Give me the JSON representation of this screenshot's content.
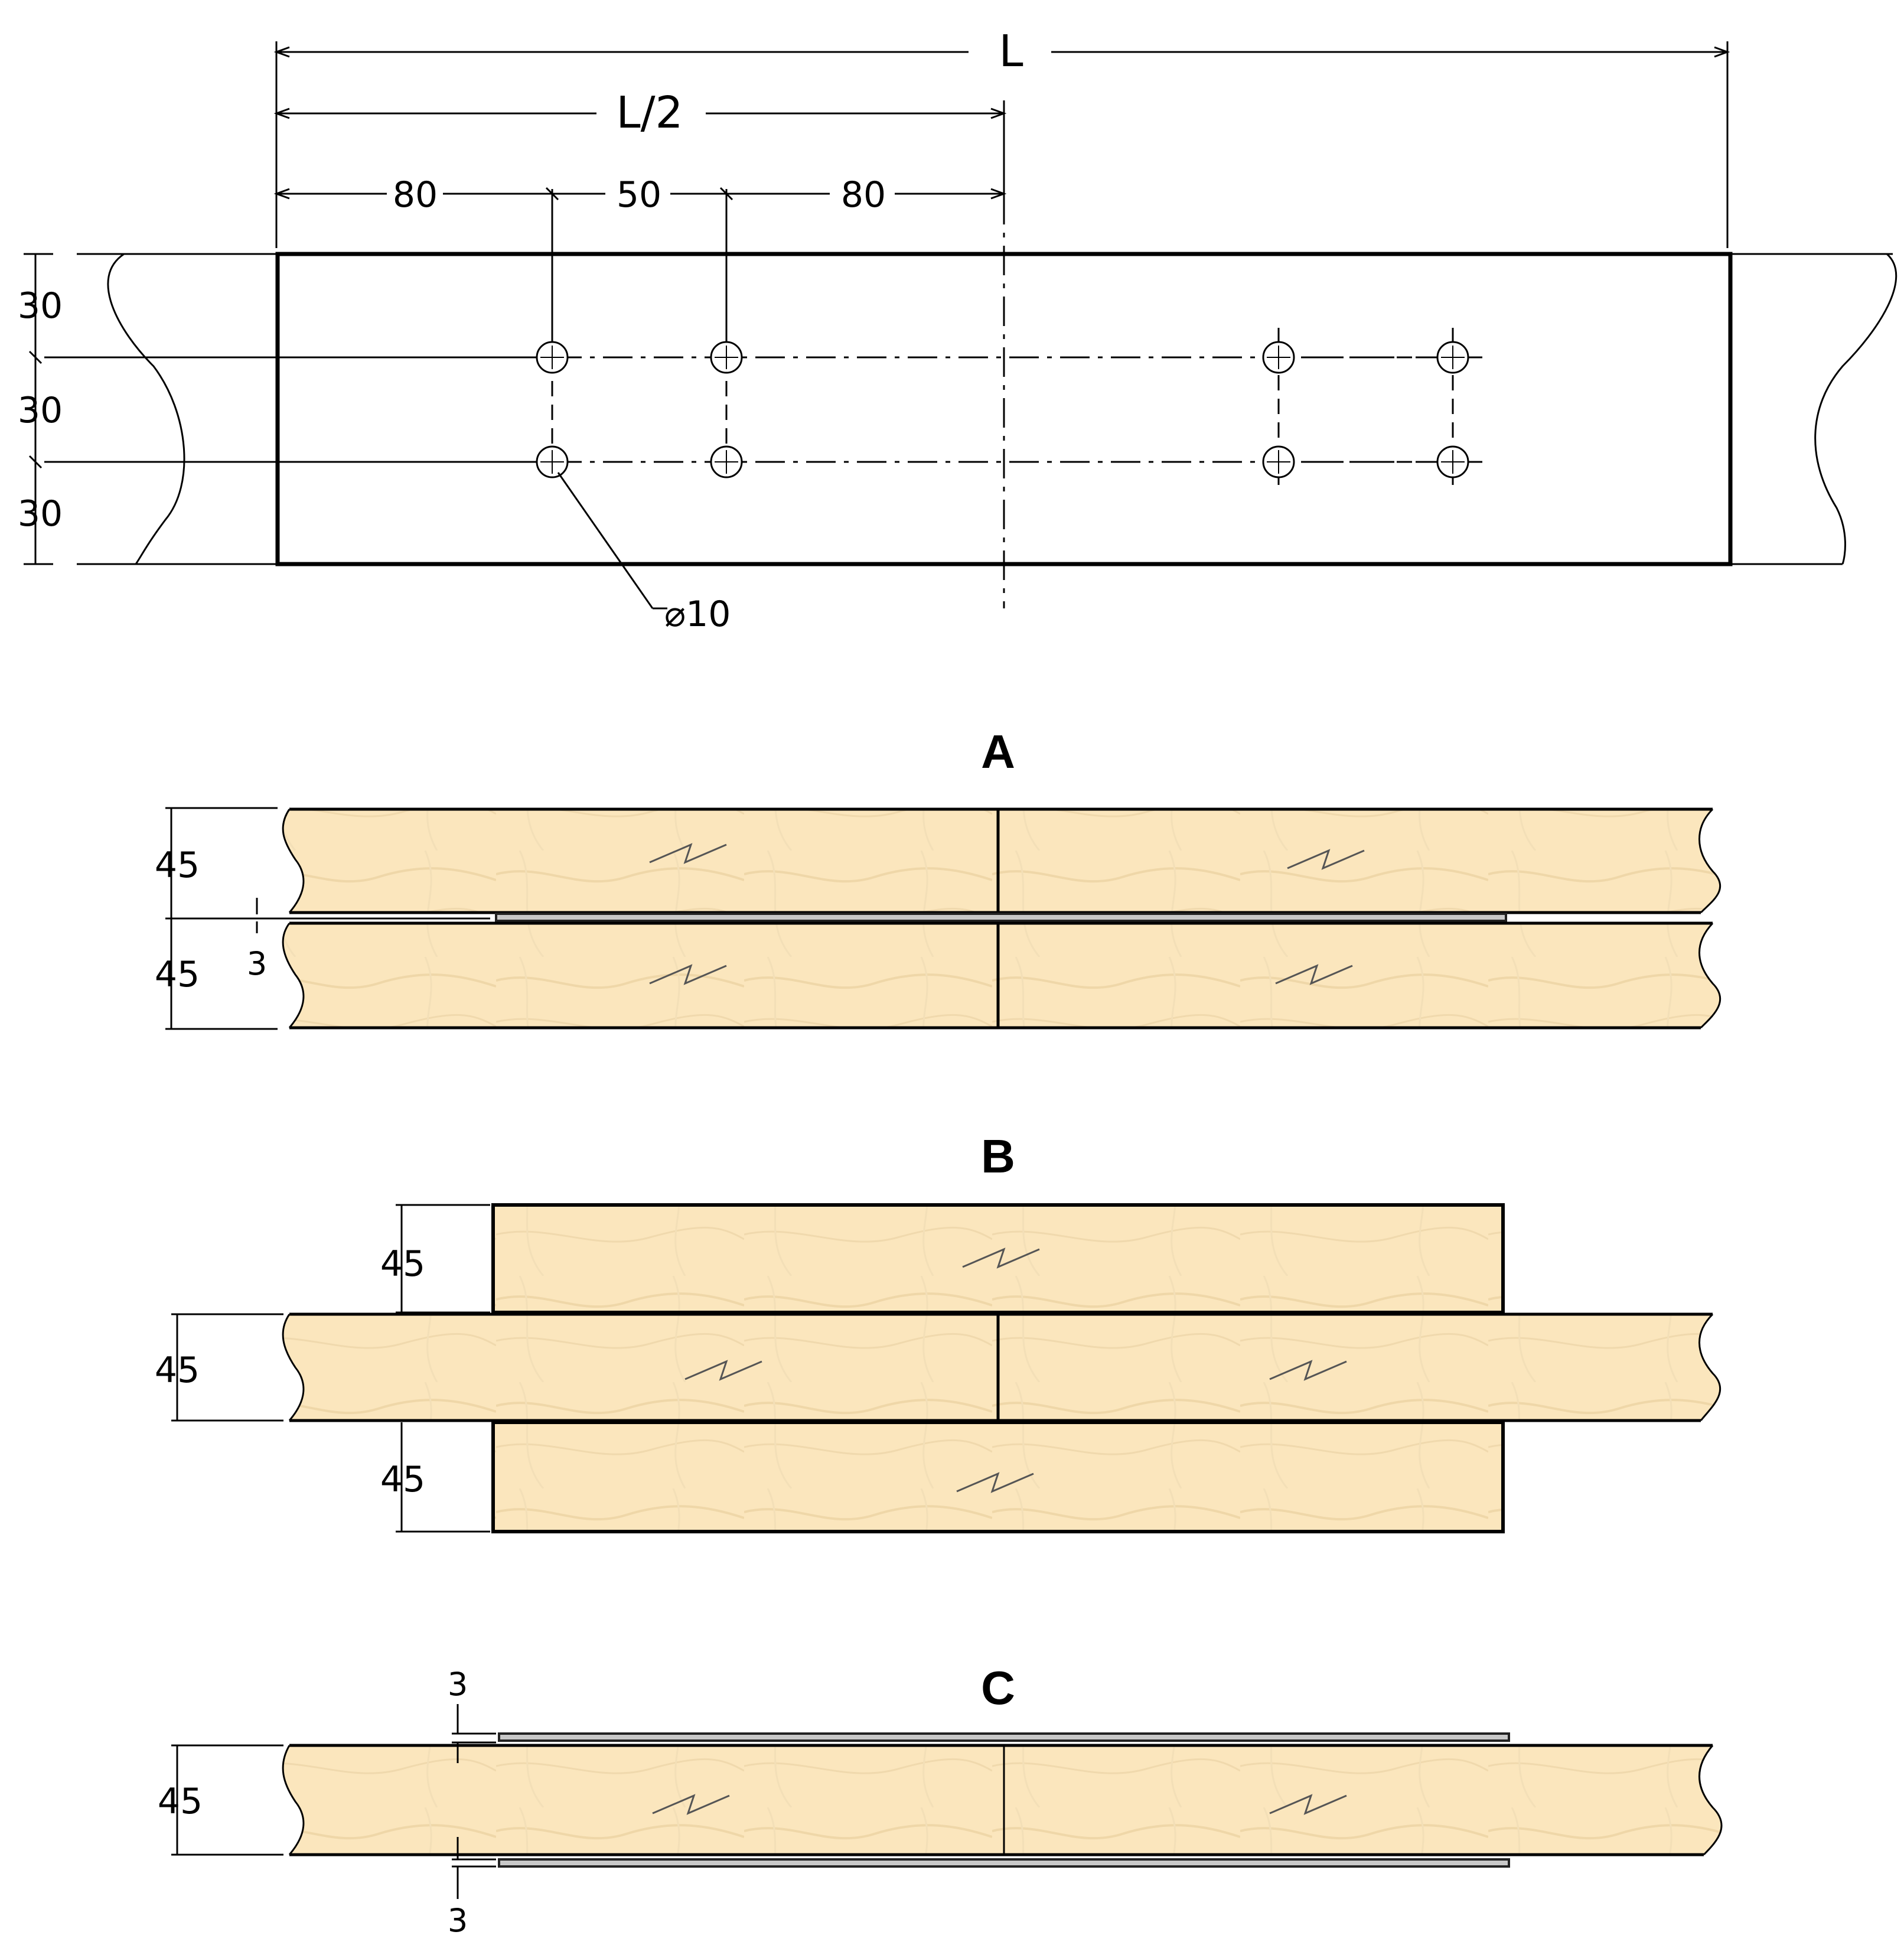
{
  "plan_view": {
    "dim_total": "L",
    "dim_half": "L/2",
    "dim_edge_to_bolt": "80",
    "dim_bolt_spacing": "50",
    "dim_bolt_to_center": "80",
    "dim_row_top": "30",
    "dim_row_mid": "30",
    "dim_row_bottom": "30",
    "hole_diameter": "⌀10"
  },
  "section_a": {
    "title": "A",
    "dim_upper_member": "45",
    "dim_lower_member": "45",
    "dim_plate": "3"
  },
  "section_b": {
    "title": "B",
    "dim_top_splice": "45",
    "dim_main_member": "45",
    "dim_bottom_splice": "45"
  },
  "section_c": {
    "title": "C",
    "dim_top_plate": "3",
    "dim_member": "45",
    "dim_bottom_plate": "3"
  },
  "colors": {
    "wood": "#fbe6bd",
    "grain": "#ecd2a2",
    "plate": "#c8c8c8",
    "line": "#000000"
  }
}
